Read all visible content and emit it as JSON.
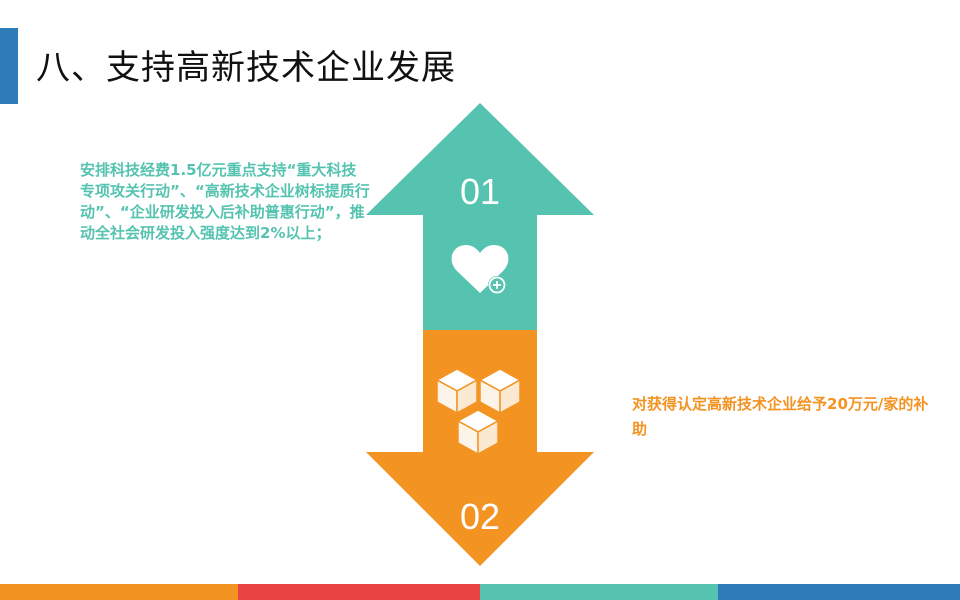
{
  "slide": {
    "title": "八、支持高新技术企业发展"
  },
  "steps": [
    {
      "number": "01",
      "icon": "heart-plus-icon",
      "text": "安排科技经费1.5亿元重点支持“重大科技专项攻关行动”、“高新技术企业树标提质行动”、“企业研发投入后补助普惠行动”，推动全社会研发投入强度达到2%以上；"
    },
    {
      "number": "02",
      "icon": "cubes-icon",
      "text": "对获得认定高新技术企业给予20万元/家的补助"
    }
  ],
  "colors": {
    "teal": "#55c3b0",
    "orange": "#f39322",
    "title_bar": "#2e7db8",
    "footer": [
      "#f39322",
      "#e94343",
      "#55c3b0",
      "#2e7db8"
    ]
  }
}
